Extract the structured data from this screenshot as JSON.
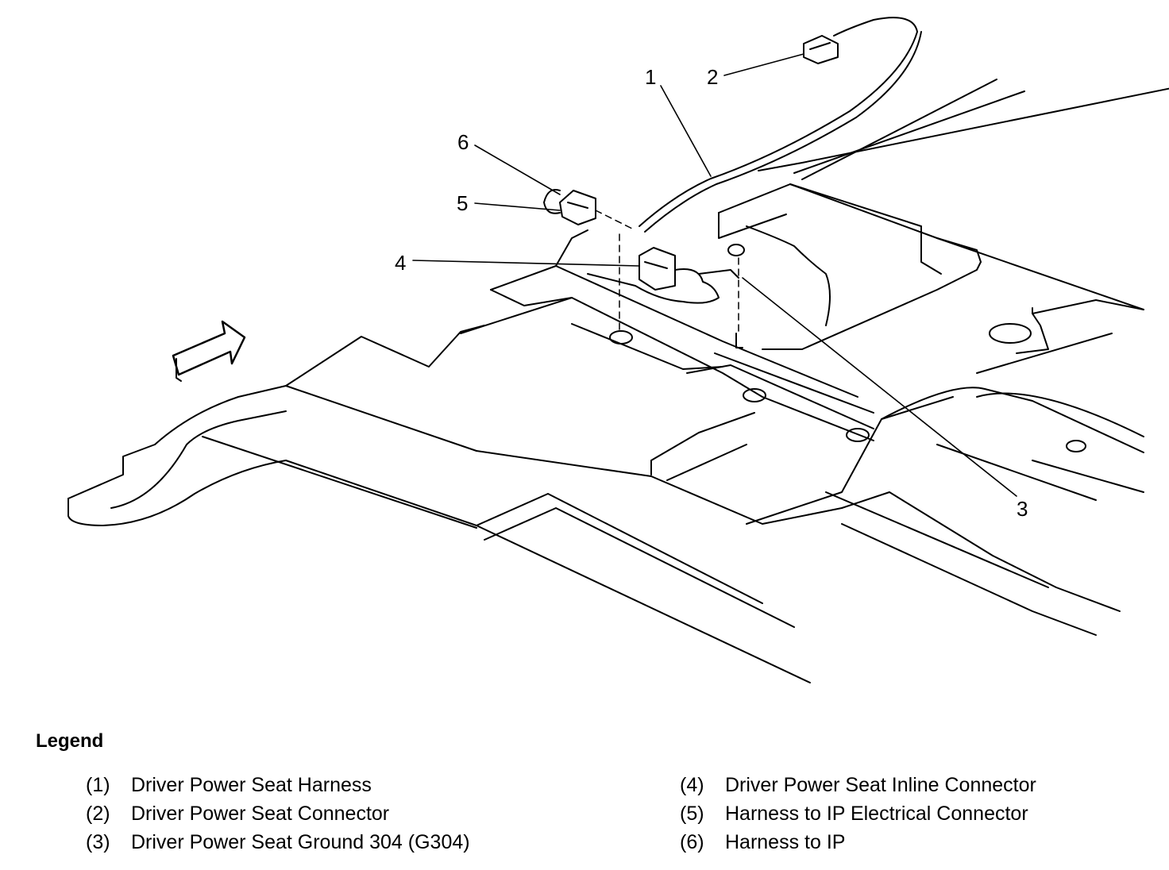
{
  "callouts": [
    {
      "id": "1",
      "label": "1"
    },
    {
      "id": "2",
      "label": "2"
    },
    {
      "id": "3",
      "label": "3"
    },
    {
      "id": "4",
      "label": "4"
    },
    {
      "id": "5",
      "label": "5"
    },
    {
      "id": "6",
      "label": "6"
    }
  ],
  "legend": {
    "title": "Legend",
    "items": [
      {
        "num": "(1)",
        "text": "Driver Power Seat Harness"
      },
      {
        "num": "(2)",
        "text": "Driver Power Seat Connector"
      },
      {
        "num": "(3)",
        "text": "Driver Power Seat Ground 304 (G304)"
      },
      {
        "num": "(4)",
        "text": "Driver Power Seat Inline Connector"
      },
      {
        "num": "(5)",
        "text": "Harness to IP Electrical Connector"
      },
      {
        "num": "(6)",
        "text": "Harness to IP"
      }
    ]
  }
}
